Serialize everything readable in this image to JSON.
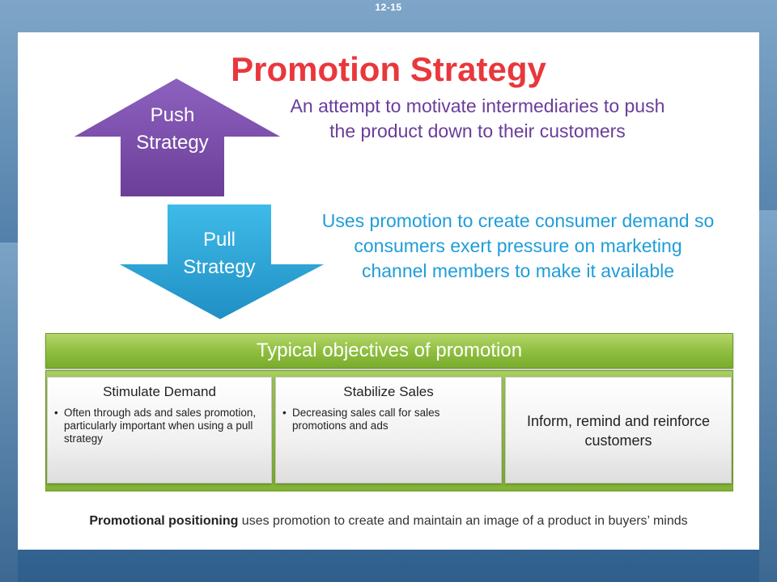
{
  "slide_number": "12-15",
  "title": "Promotion Strategy",
  "push": {
    "label_line1": "Push",
    "label_line2": "Strategy",
    "description": "An attempt to motivate intermediaries to push the product down to their customers",
    "color": "#7b4fa8"
  },
  "pull": {
    "label_line1": "Pull",
    "label_line2": "Strategy",
    "description": "Uses promotion to create consumer demand so consumers exert pressure on marketing channel members to make it available",
    "color": "#2aa6d6"
  },
  "objectives": {
    "heading": "Typical objectives of promotion",
    "items": [
      {
        "title": "Stimulate Demand",
        "bullet": "Often through ads and sales promotion, particularly important when using a pull strategy"
      },
      {
        "title": "Stabilize Sales",
        "bullet": "Decreasing sales call for sales promotions and ads"
      },
      {
        "text": "Inform, remind and reinforce customers"
      }
    ]
  },
  "footer": {
    "bold": "Promotional positioning",
    "rest": " uses promotion to create and maintain an image of a product in buyers’ minds"
  }
}
